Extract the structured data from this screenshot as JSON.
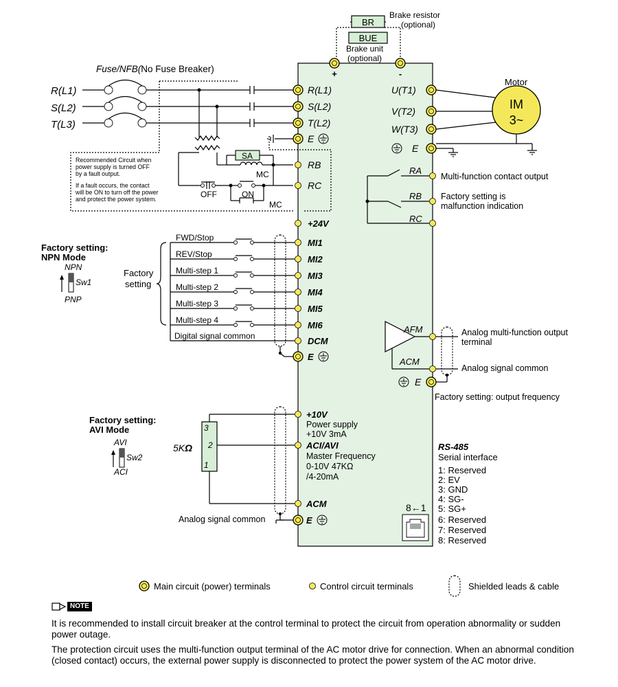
{
  "power_inputs": [
    "R(L1)",
    "S(L2)",
    "T(L3)"
  ],
  "fuse_label_italic": "Fuse/NFB(",
  "fuse_label_rest": "No Fuse Breaker)",
  "brake": {
    "br": "BR",
    "br_caption": "Brake resistor",
    "br_optional": "(optional)",
    "bue": "BUE",
    "bue_caption": "Brake unit",
    "bue_optional": "(optional)",
    "plus": "+",
    "minus": "-"
  },
  "drive_main_terminals": [
    "R(L1)",
    "S(L2)",
    "T(L2)",
    "E",
    "RB",
    "RC"
  ],
  "recommended_note": [
    "Recommended Circuit when",
    "power supply is turned OFF",
    "by a fault output.",
    "If a fault occurs, the contact",
    "will be ON to turn off the power",
    "and protect the power system."
  ],
  "protection": {
    "sa": "SA",
    "mc": "MC",
    "off": "OFF",
    "on": "ON",
    "mc2": "MC"
  },
  "motor": {
    "title": "Motor",
    "im": "IM",
    "phase": "3~",
    "terminals": [
      "U(T1)",
      "V(T2)",
      "W(T3)",
      "E"
    ]
  },
  "relay": {
    "ra": "RA",
    "rb": "RB",
    "rc": "RC",
    "ra_label": "Multi-function contact output",
    "rb_label_1": "Factory setting is",
    "rb_label_2": "malfunction indication"
  },
  "control_terminals": [
    "+24V",
    "MI1",
    "MI2",
    "MI3",
    "MI4",
    "MI5",
    "MI6",
    "DCM",
    "E"
  ],
  "digital_inputs": [
    "FWD/Stop",
    "REV/Stop",
    "Multi-step 1",
    "Multi-step 2",
    "Multi-step 3",
    "Multi-step 4"
  ],
  "factory_setting_label": [
    "Factory",
    "setting"
  ],
  "digital_common": "Digital signal common",
  "npn": {
    "title_1": "Factory setting:",
    "title_2": "NPN Mode",
    "npn": "NPN",
    "sw": "Sw1",
    "pnp": "PNP"
  },
  "analog_out": {
    "afm": "AFM",
    "acm": "ACM",
    "e": "E",
    "afm_label_1": "Analog multi-function output",
    "afm_label_2": "terminal",
    "acm_label": "Analog signal common",
    "factory_label": "Factory setting: output frequency"
  },
  "avi": {
    "title_1": "Factory setting:",
    "title_2": "AVI Mode",
    "avi": "AVI",
    "sw": "Sw2",
    "aci": "ACI"
  },
  "pot": {
    "value": "5K",
    "unit": "Ω",
    "pin3": "3",
    "pin2": "2",
    "pin1": "1"
  },
  "analog_in": {
    "v10": "+10V",
    "ps1": "Power supply",
    "ps2": "+10V 3mA",
    "aci_avi": "ACI/AVI",
    "mf1": "Master Frequency",
    "mf2": "0-10V 47KΩ",
    "mf3": "/4-20mA",
    "acm": "ACM",
    "e": "E",
    "common": "Analog signal common"
  },
  "rs485": {
    "title": "RS-485",
    "subtitle": "Serial interface",
    "port": "8←1",
    "pins": [
      "1: Reserved",
      "2: EV",
      "3: GND",
      "4: SG-",
      "5: SG+",
      "6: Reserved",
      "7: Reserved",
      "8: Reserved"
    ]
  },
  "legend": {
    "main": "Main circuit (power) terminals",
    "control": "Control circuit terminals",
    "shield": "Shielded leads & cable"
  },
  "note": {
    "badge": "NOTE",
    "paragraphs": [
      "It is recommended to install circuit breaker at the control terminal to protect the circuit from operation abnormality or sudden power outage.",
      "The protection circuit uses the multi-function output terminal of the AC motor drive for connection. When an abnormal condition (closed contact) occurs,  the external power supply is disconnected to protect the power system of the AC motor drive."
    ]
  },
  "colors": {
    "drive_fill": "#e4f2e4",
    "terminal_fill": "#f4e85a",
    "box_fill": "#d6efd6",
    "line": "#000000"
  }
}
